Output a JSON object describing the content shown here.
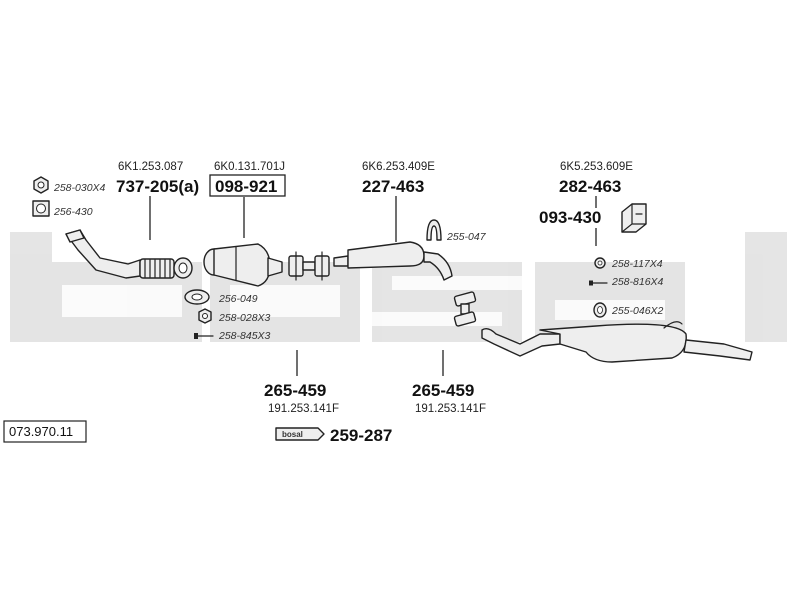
{
  "diagram": {
    "watermark": "bosal",
    "reference": "073.970.11",
    "parts": [
      {
        "oem": "6K1.253.087",
        "number": "737-205(a)",
        "boxed": false
      },
      {
        "oem": "6K0.131.701J",
        "number": "098-921",
        "boxed": true
      },
      {
        "oem": "6K6.253.409E",
        "number": "227-463",
        "boxed": false
      },
      {
        "oem": "6K5.253.609E",
        "number": "282-463",
        "boxed": false
      },
      {
        "oem": "",
        "number": "093-430",
        "boxed": false
      },
      {
        "oem": "191.253.141F",
        "number": "265-459",
        "boxed": false
      },
      {
        "oem": "191.253.141F",
        "number": "265-459",
        "boxed": false
      },
      {
        "oem": "",
        "number": "259-287",
        "boxed": false
      }
    ],
    "accessories": [
      {
        "code": "258-030X4",
        "icon": "nut-icon"
      },
      {
        "code": "256-430",
        "icon": "gasket-square-icon"
      },
      {
        "code": "255-047",
        "icon": "hanger-ring-icon"
      },
      {
        "code": "256-049",
        "icon": "gasket-ring-icon"
      },
      {
        "code": "258-028X3",
        "icon": "nut-icon"
      },
      {
        "code": "258-845X3",
        "icon": "bolt-icon"
      },
      {
        "code": "258-117X4",
        "icon": "washer-icon"
      },
      {
        "code": "258-816X4",
        "icon": "bolt-icon"
      },
      {
        "code": "255-046X2",
        "icon": "hanger-ring-icon"
      }
    ],
    "paste_label": "bosal",
    "colors": {
      "watermark": "#dcdcdc",
      "line": "#222222"
    }
  }
}
